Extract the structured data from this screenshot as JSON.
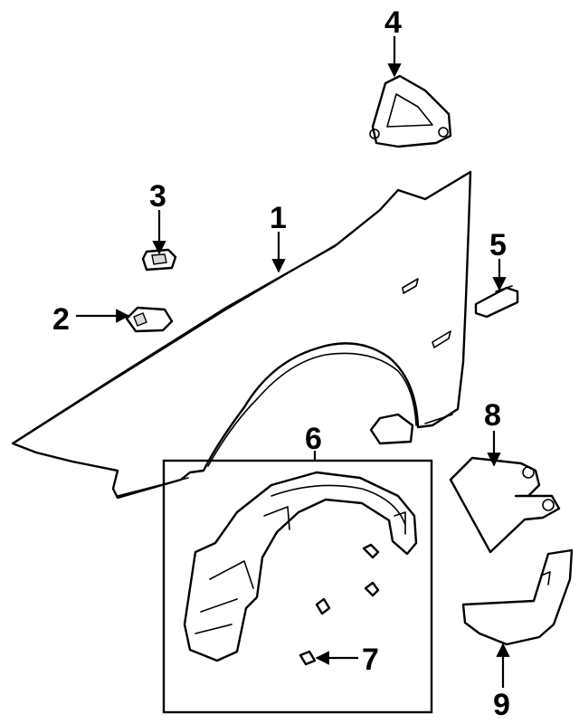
{
  "callouts": [
    "1",
    "2",
    "3",
    "4",
    "5",
    "6",
    "7",
    "8",
    "9"
  ],
  "colors": {
    "ink": "#000000",
    "paper": "#ffffff",
    "shade": "#d9d9d9"
  }
}
